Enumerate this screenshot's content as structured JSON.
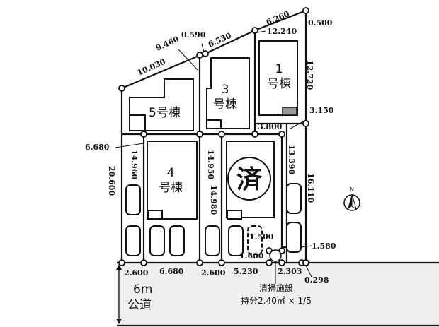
{
  "lots": {
    "lot1": "1",
    "lot1_suffix": "号棟",
    "lot3": "3",
    "lot3_suffix": "号棟",
    "lot4": "4",
    "lot4_suffix": "号棟",
    "lot5": "5号棟",
    "sold_mark": "済"
  },
  "dimensions": {
    "d6260": "6.260",
    "d0500": "0.500",
    "d0590": "0.590",
    "d6530": "6.530",
    "d12240": "12.240",
    "d9460": "9.460",
    "d10030": "10.030",
    "d12720": "12.720",
    "d3150": "3.150",
    "d3800": "3.800",
    "d6680_left": "6.680",
    "d14960": "14.960",
    "d20600": "20.600",
    "d14950": "14.950",
    "d14980": "14.980",
    "d13390": "13.390",
    "d16110": "16.110",
    "d1500": "1.500",
    "d1600": "1.600",
    "d1580": "1.580",
    "d2600_a": "2.600",
    "d6680_bottom": "6.680",
    "d2600_b": "2.600",
    "d5230": "5.230",
    "d2303": "2.303",
    "d0298": "0.298"
  },
  "road": {
    "width": "6m",
    "type": "公道"
  },
  "facility": {
    "name": "清掃施設",
    "share": "持分2.40㎡ × 1/5"
  },
  "compass": {
    "label": "N"
  }
}
